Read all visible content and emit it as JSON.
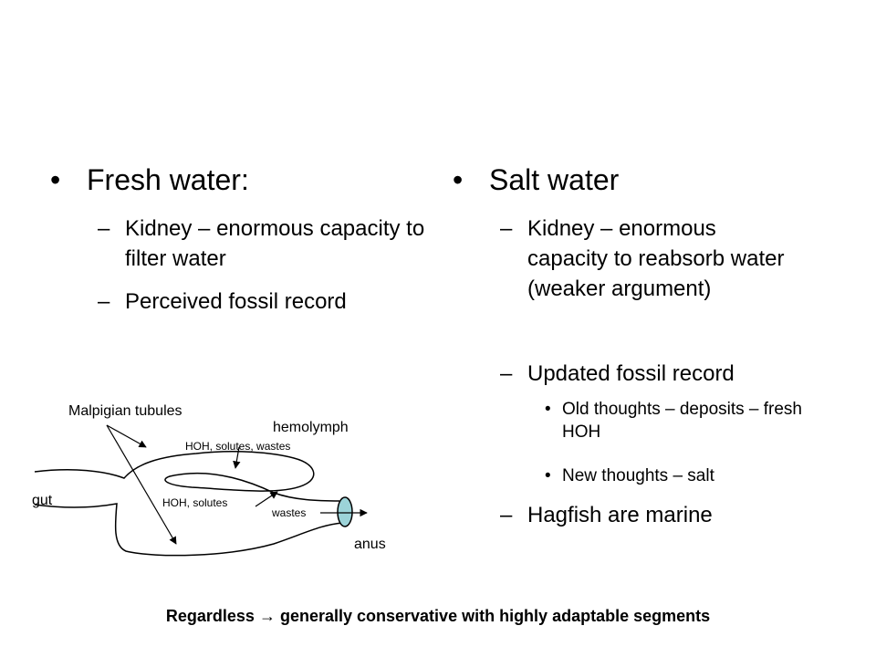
{
  "left": {
    "heading": "Fresh water:",
    "items": [
      "Kidney – enormous capacity to filter water",
      "Perceived fossil record"
    ]
  },
  "right": {
    "heading": "Salt water",
    "item1": "Kidney – enormous capacity to reabsorb water (weaker argument)",
    "item2": "Updated fossil record",
    "subitems": [
      "Old thoughts – deposits – fresh HOH",
      "New thoughts – salt"
    ],
    "item3": "Hagfish are marine"
  },
  "diagram": {
    "malpigian": "Malpigian tubules",
    "hemolymph": "hemolymph",
    "hoh_solutes_wastes": "HOH, solutes, wastes",
    "gut": "gut",
    "hoh_solutes": "HOH, solutes",
    "wastes": "wastes",
    "anus": "anus"
  },
  "footer": {
    "before": "Regardless",
    "arrow": "→",
    "after": "generally conservative with highly adaptable segments"
  }
}
